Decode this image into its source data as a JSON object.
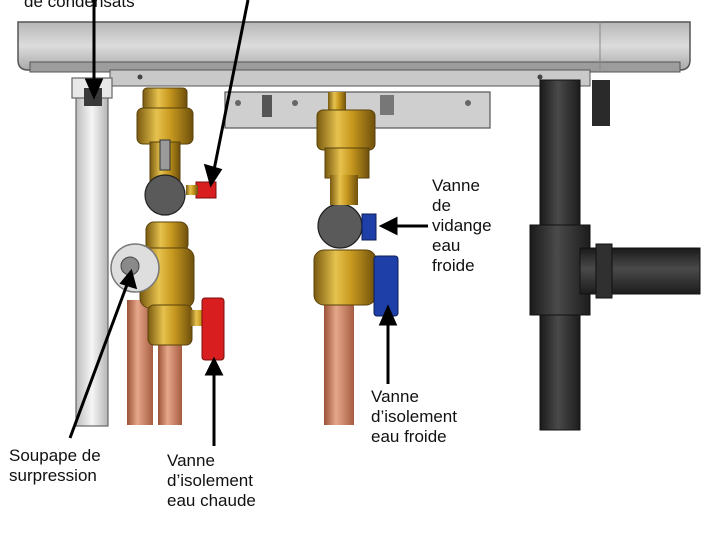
{
  "labels": {
    "condensats": "de condensats",
    "cold_drain_valve": "Vanne\nde\nvidange\neau\nfroide",
    "cold_isolation_valve": "Vanne\nd’isolement\neau froide",
    "relief_valve": "Soupape de\nsurpression",
    "hot_isolation_valve": "Vanne\nd’isolement\neau chaude"
  },
  "colors": {
    "hot_valve": "#d81e1e",
    "cold_valve": "#1f3fa8",
    "brass": "#c8991f",
    "copper": "#c87a5a",
    "pvc_black": "#2c2c2c",
    "unit_body": "#c7c7c7"
  }
}
